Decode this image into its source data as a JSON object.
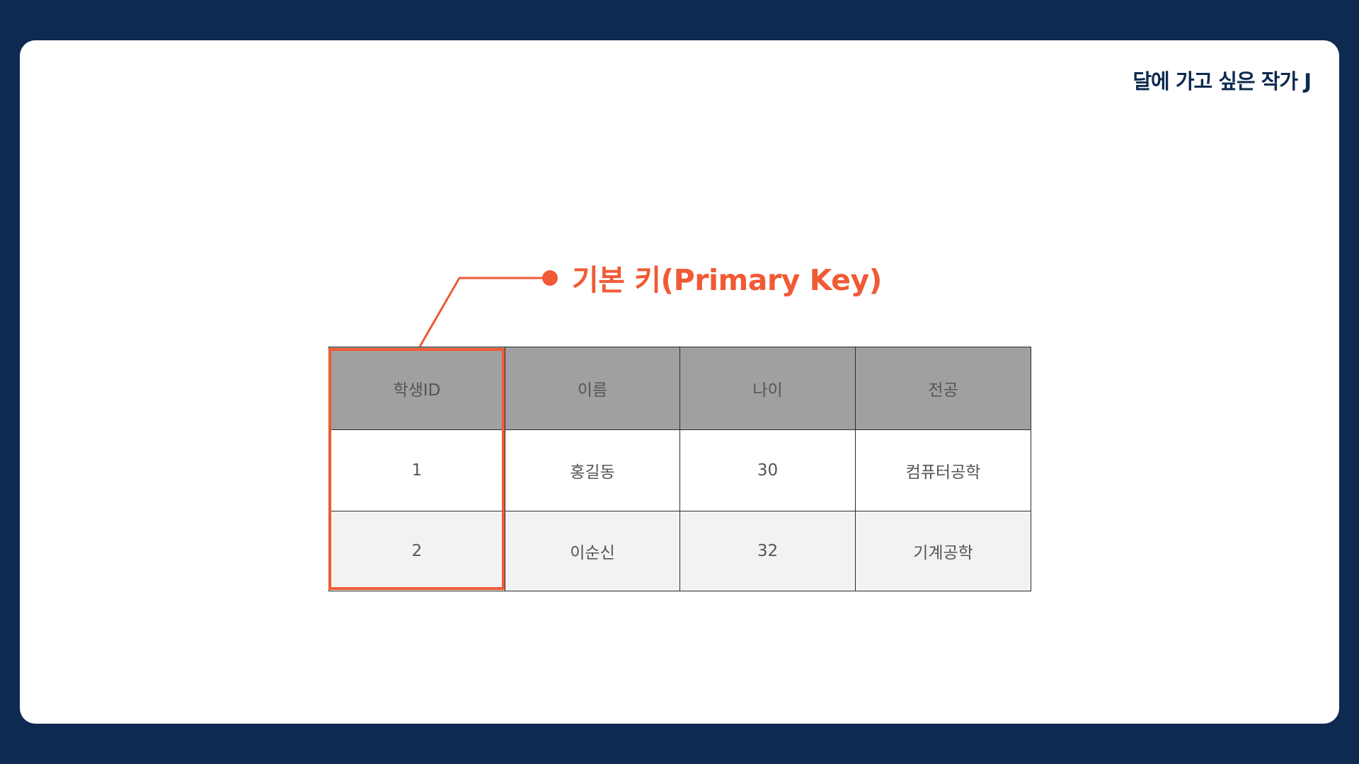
{
  "brand": "달에 가고 싶은 작가 J",
  "callout": {
    "label": "기본 키(Primary Key)"
  },
  "colors": {
    "background": "#0e2a50",
    "accent": "#f05a35",
    "header_fill": "#a0a0a0"
  },
  "table": {
    "headers": [
      "학생ID",
      "이름",
      "나이",
      "전공"
    ],
    "rows": [
      [
        "1",
        "홍길동",
        "30",
        "컴퓨터공학"
      ],
      [
        "2",
        "이순신",
        "32",
        "기계공학"
      ]
    ],
    "primary_key_column": "학생ID"
  }
}
